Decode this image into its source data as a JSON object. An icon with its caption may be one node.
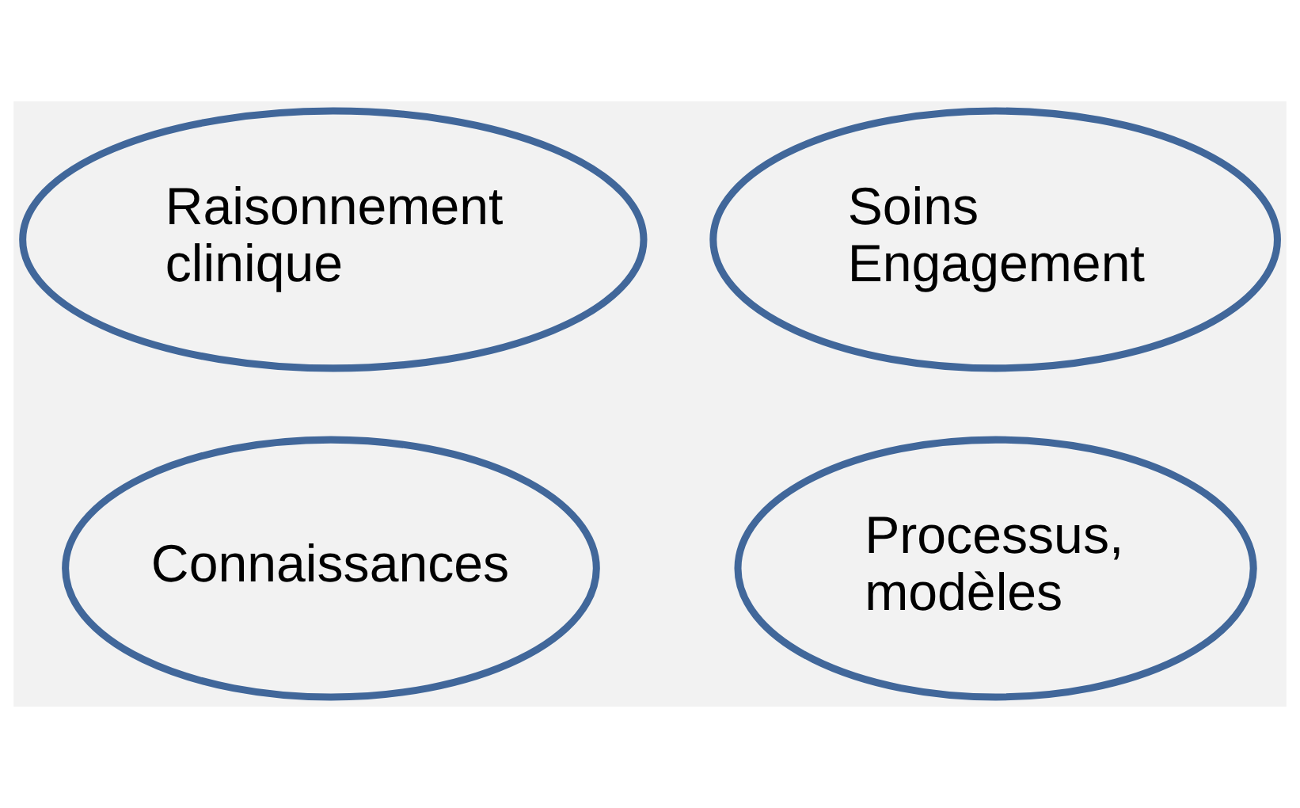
{
  "diagram": {
    "nodes": [
      {
        "text": [
          "Soins Engagement"
        ]
      },
      {
        "text": [
          "Raisonnement clinique"
        ]
      },
      {
        "text": [
          "Connaissances"
        ]
      },
      {
        "text": [
          "Processus, modèles"
        ]
      }
    ]
  }
}
